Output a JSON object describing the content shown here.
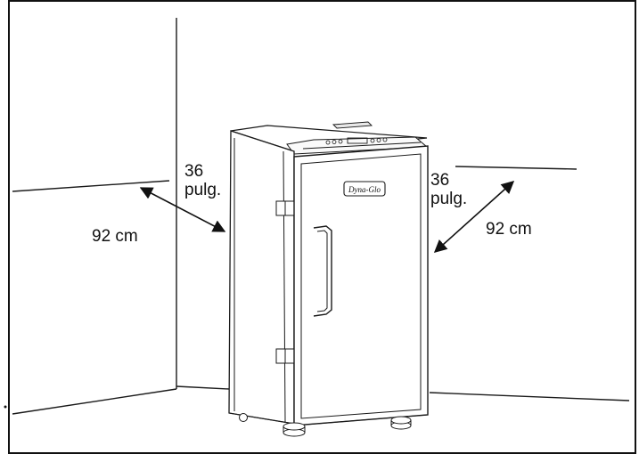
{
  "diagram": {
    "product_logo": "Dyna-Glo",
    "left_clearance": {
      "imperial_value": "36",
      "imperial_unit": "pulg.",
      "metric": "92 cm"
    },
    "right_clearance": {
      "imperial_value": "36",
      "imperial_unit": "pulg.",
      "metric": "92 cm"
    }
  }
}
